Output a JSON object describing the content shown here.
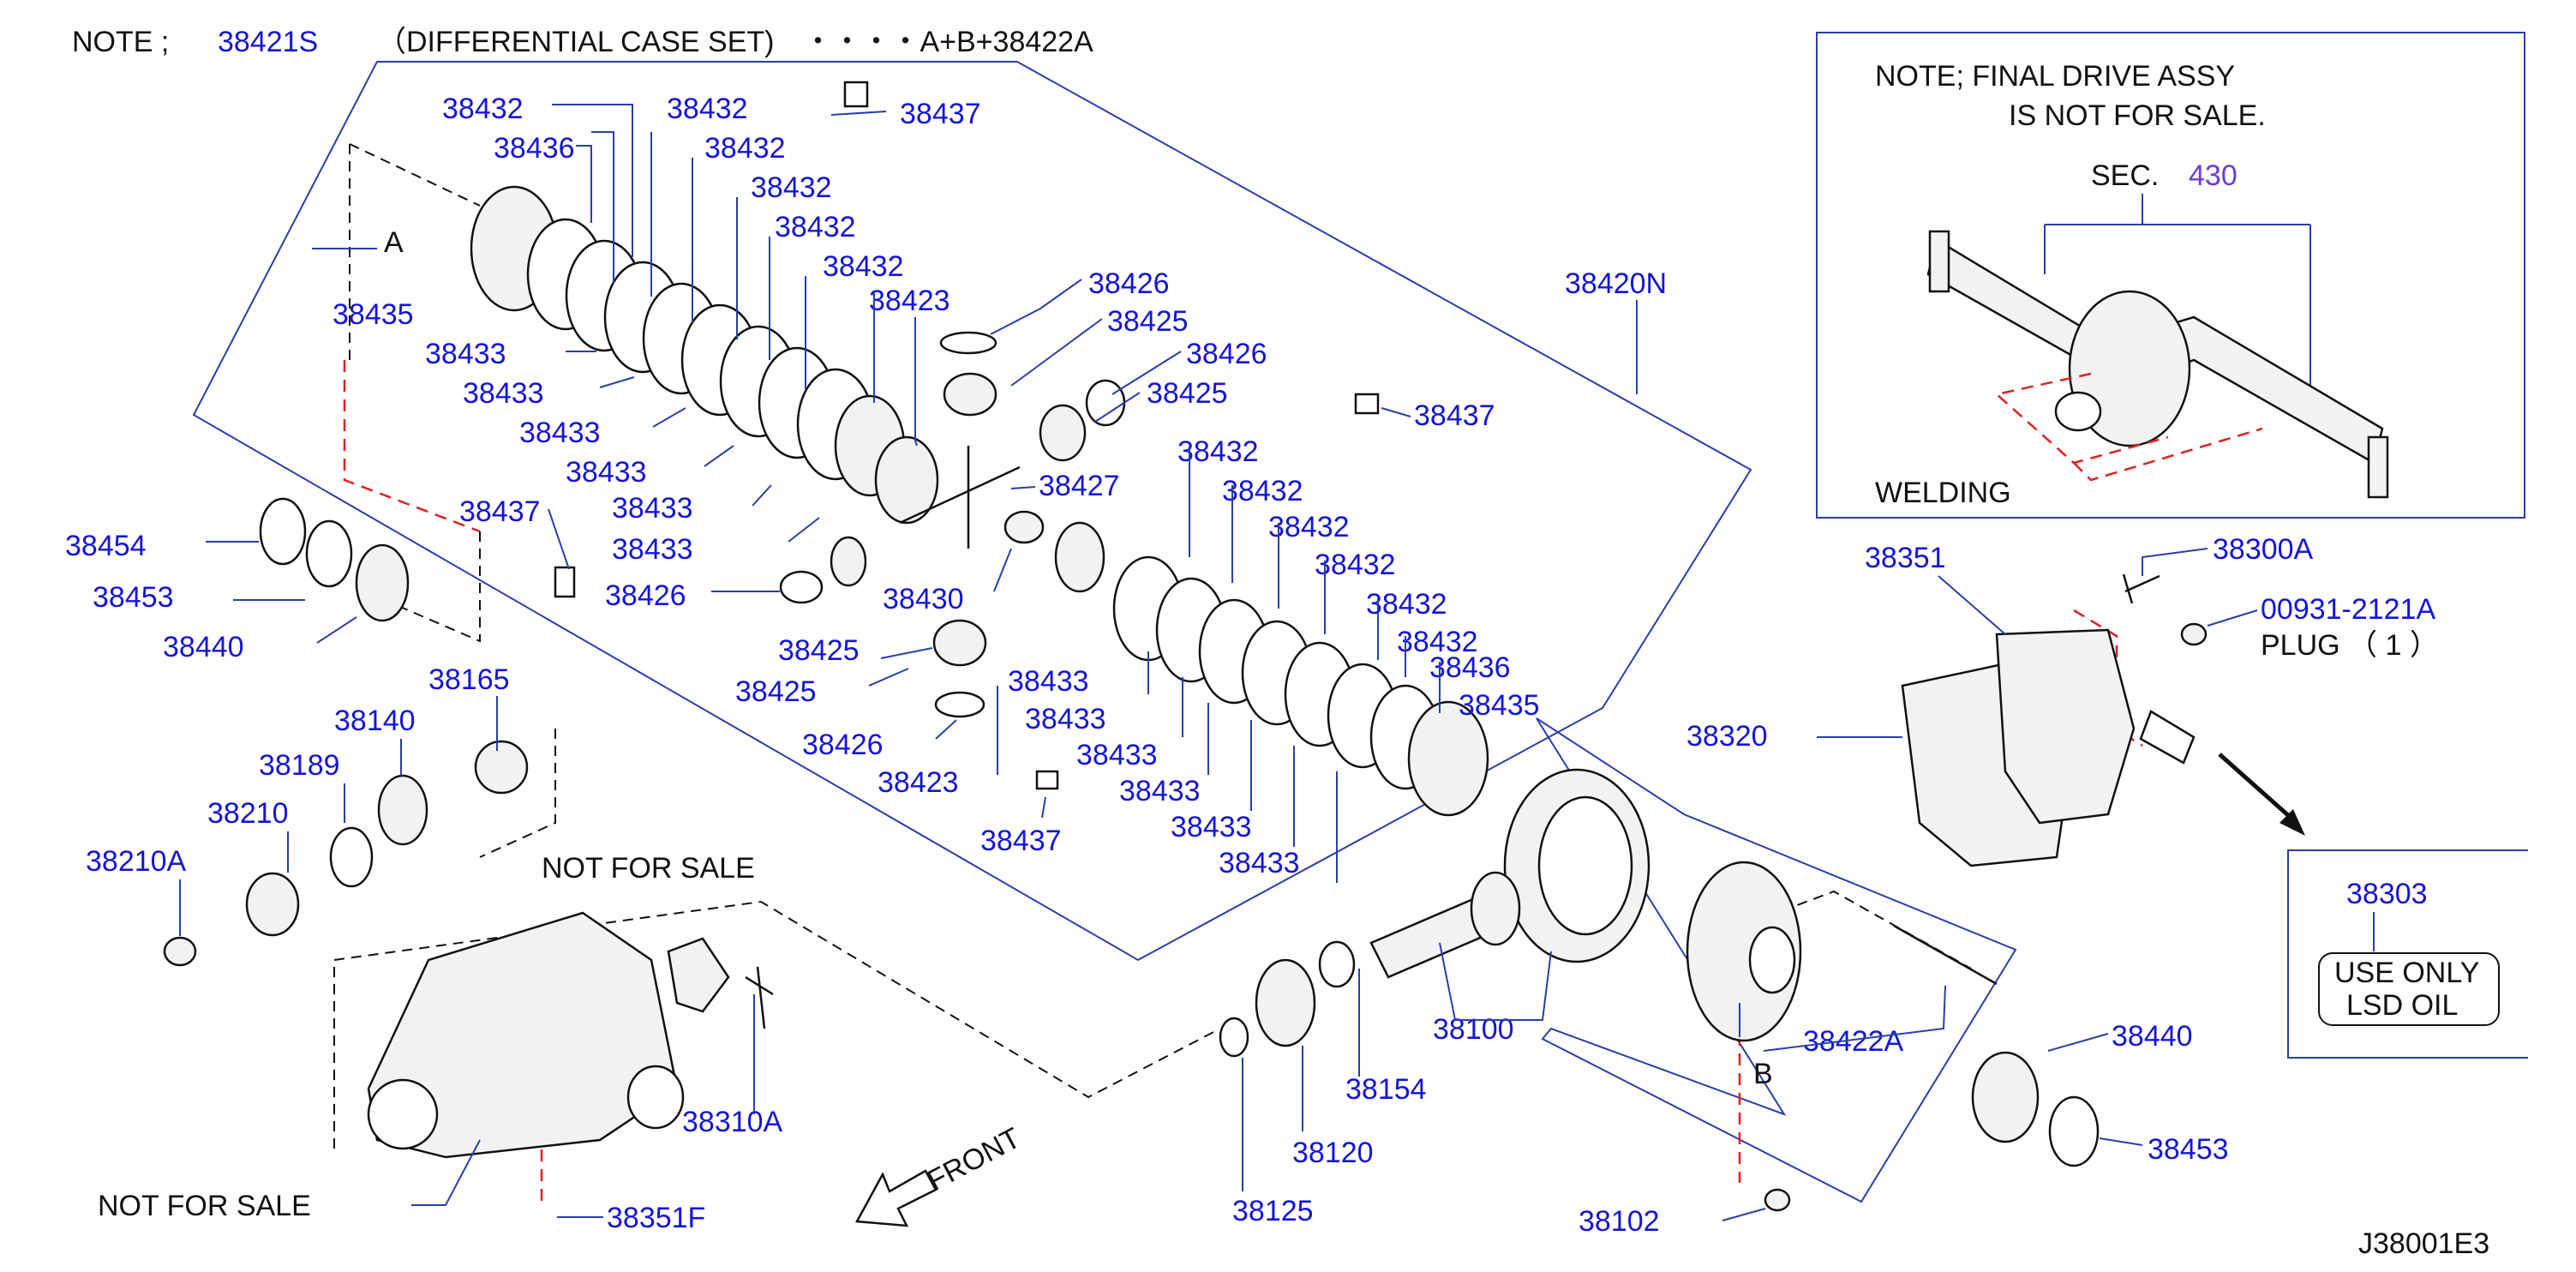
{
  "note_text": "NOTE ;",
  "note_part": "38421S",
  "note_desc": "（DIFFERENTIAL CASE SET)　・・・・A+B+38422A",
  "inset": {
    "line1": "NOTE;  FINAL  DRIVE  ASSY",
    "line2": "IS  NOT  FOR  SALE.",
    "sec_label": "SEC.",
    "sec_num": "430",
    "welding": "WELDING"
  },
  "oil_box": {
    "part": "38303",
    "line1": "USE  ONLY",
    "line2": "LSD  OIL"
  },
  "plug": {
    "part": "00931-2121A",
    "label": "PLUG （ 1 ）"
  },
  "not_for_sale_1": "NOT  FOR  SALE",
  "not_for_sale_2": "NOT  FOR  SALE",
  "front_label": "FRONT",
  "letters": {
    "a": "A",
    "b": "B"
  },
  "diagram_id": "J38001E3",
  "parts": [
    {
      "id": "38432"
    },
    {
      "id": "38432"
    },
    {
      "id": "38432"
    },
    {
      "id": "38432"
    },
    {
      "id": "38432"
    },
    {
      "id": "38432"
    },
    {
      "id": "38436"
    },
    {
      "id": "38437"
    },
    {
      "id": "38435"
    },
    {
      "id": "38433"
    },
    {
      "id": "38433"
    },
    {
      "id": "38433"
    },
    {
      "id": "38433"
    },
    {
      "id": "38433"
    },
    {
      "id": "38433"
    },
    {
      "id": "38426"
    },
    {
      "id": "38425"
    },
    {
      "id": "38423"
    },
    {
      "id": "38426"
    },
    {
      "id": "38425"
    },
    {
      "id": "38437"
    },
    {
      "id": "38420N"
    },
    {
      "id": "38427"
    },
    {
      "id": "38437"
    },
    {
      "id": "38426"
    },
    {
      "id": "38430"
    },
    {
      "id": "38425"
    },
    {
      "id": "38425"
    },
    {
      "id": "38426"
    },
    {
      "id": "38423"
    },
    {
      "id": "38432"
    },
    {
      "id": "38432"
    },
    {
      "id": "38432"
    },
    {
      "id": "38432"
    },
    {
      "id": "38432"
    },
    {
      "id": "38432"
    },
    {
      "id": "38436"
    },
    {
      "id": "38435"
    },
    {
      "id": "38433"
    },
    {
      "id": "38433"
    },
    {
      "id": "38433"
    },
    {
      "id": "38433"
    },
    {
      "id": "38433"
    },
    {
      "id": "38433"
    },
    {
      "id": "38437"
    },
    {
      "id": "38454"
    },
    {
      "id": "38453"
    },
    {
      "id": "38440"
    },
    {
      "id": "38165"
    },
    {
      "id": "38140"
    },
    {
      "id": "38189"
    },
    {
      "id": "38210"
    },
    {
      "id": "38210A"
    },
    {
      "id": "38310A"
    },
    {
      "id": "38351F"
    },
    {
      "id": "38100"
    },
    {
      "id": "38154"
    },
    {
      "id": "38120"
    },
    {
      "id": "38125"
    },
    {
      "id": "38422A"
    },
    {
      "id": "38102"
    },
    {
      "id": "38440"
    },
    {
      "id": "38453"
    },
    {
      "id": "38351"
    },
    {
      "id": "38300A"
    },
    {
      "id": "38320"
    }
  ]
}
